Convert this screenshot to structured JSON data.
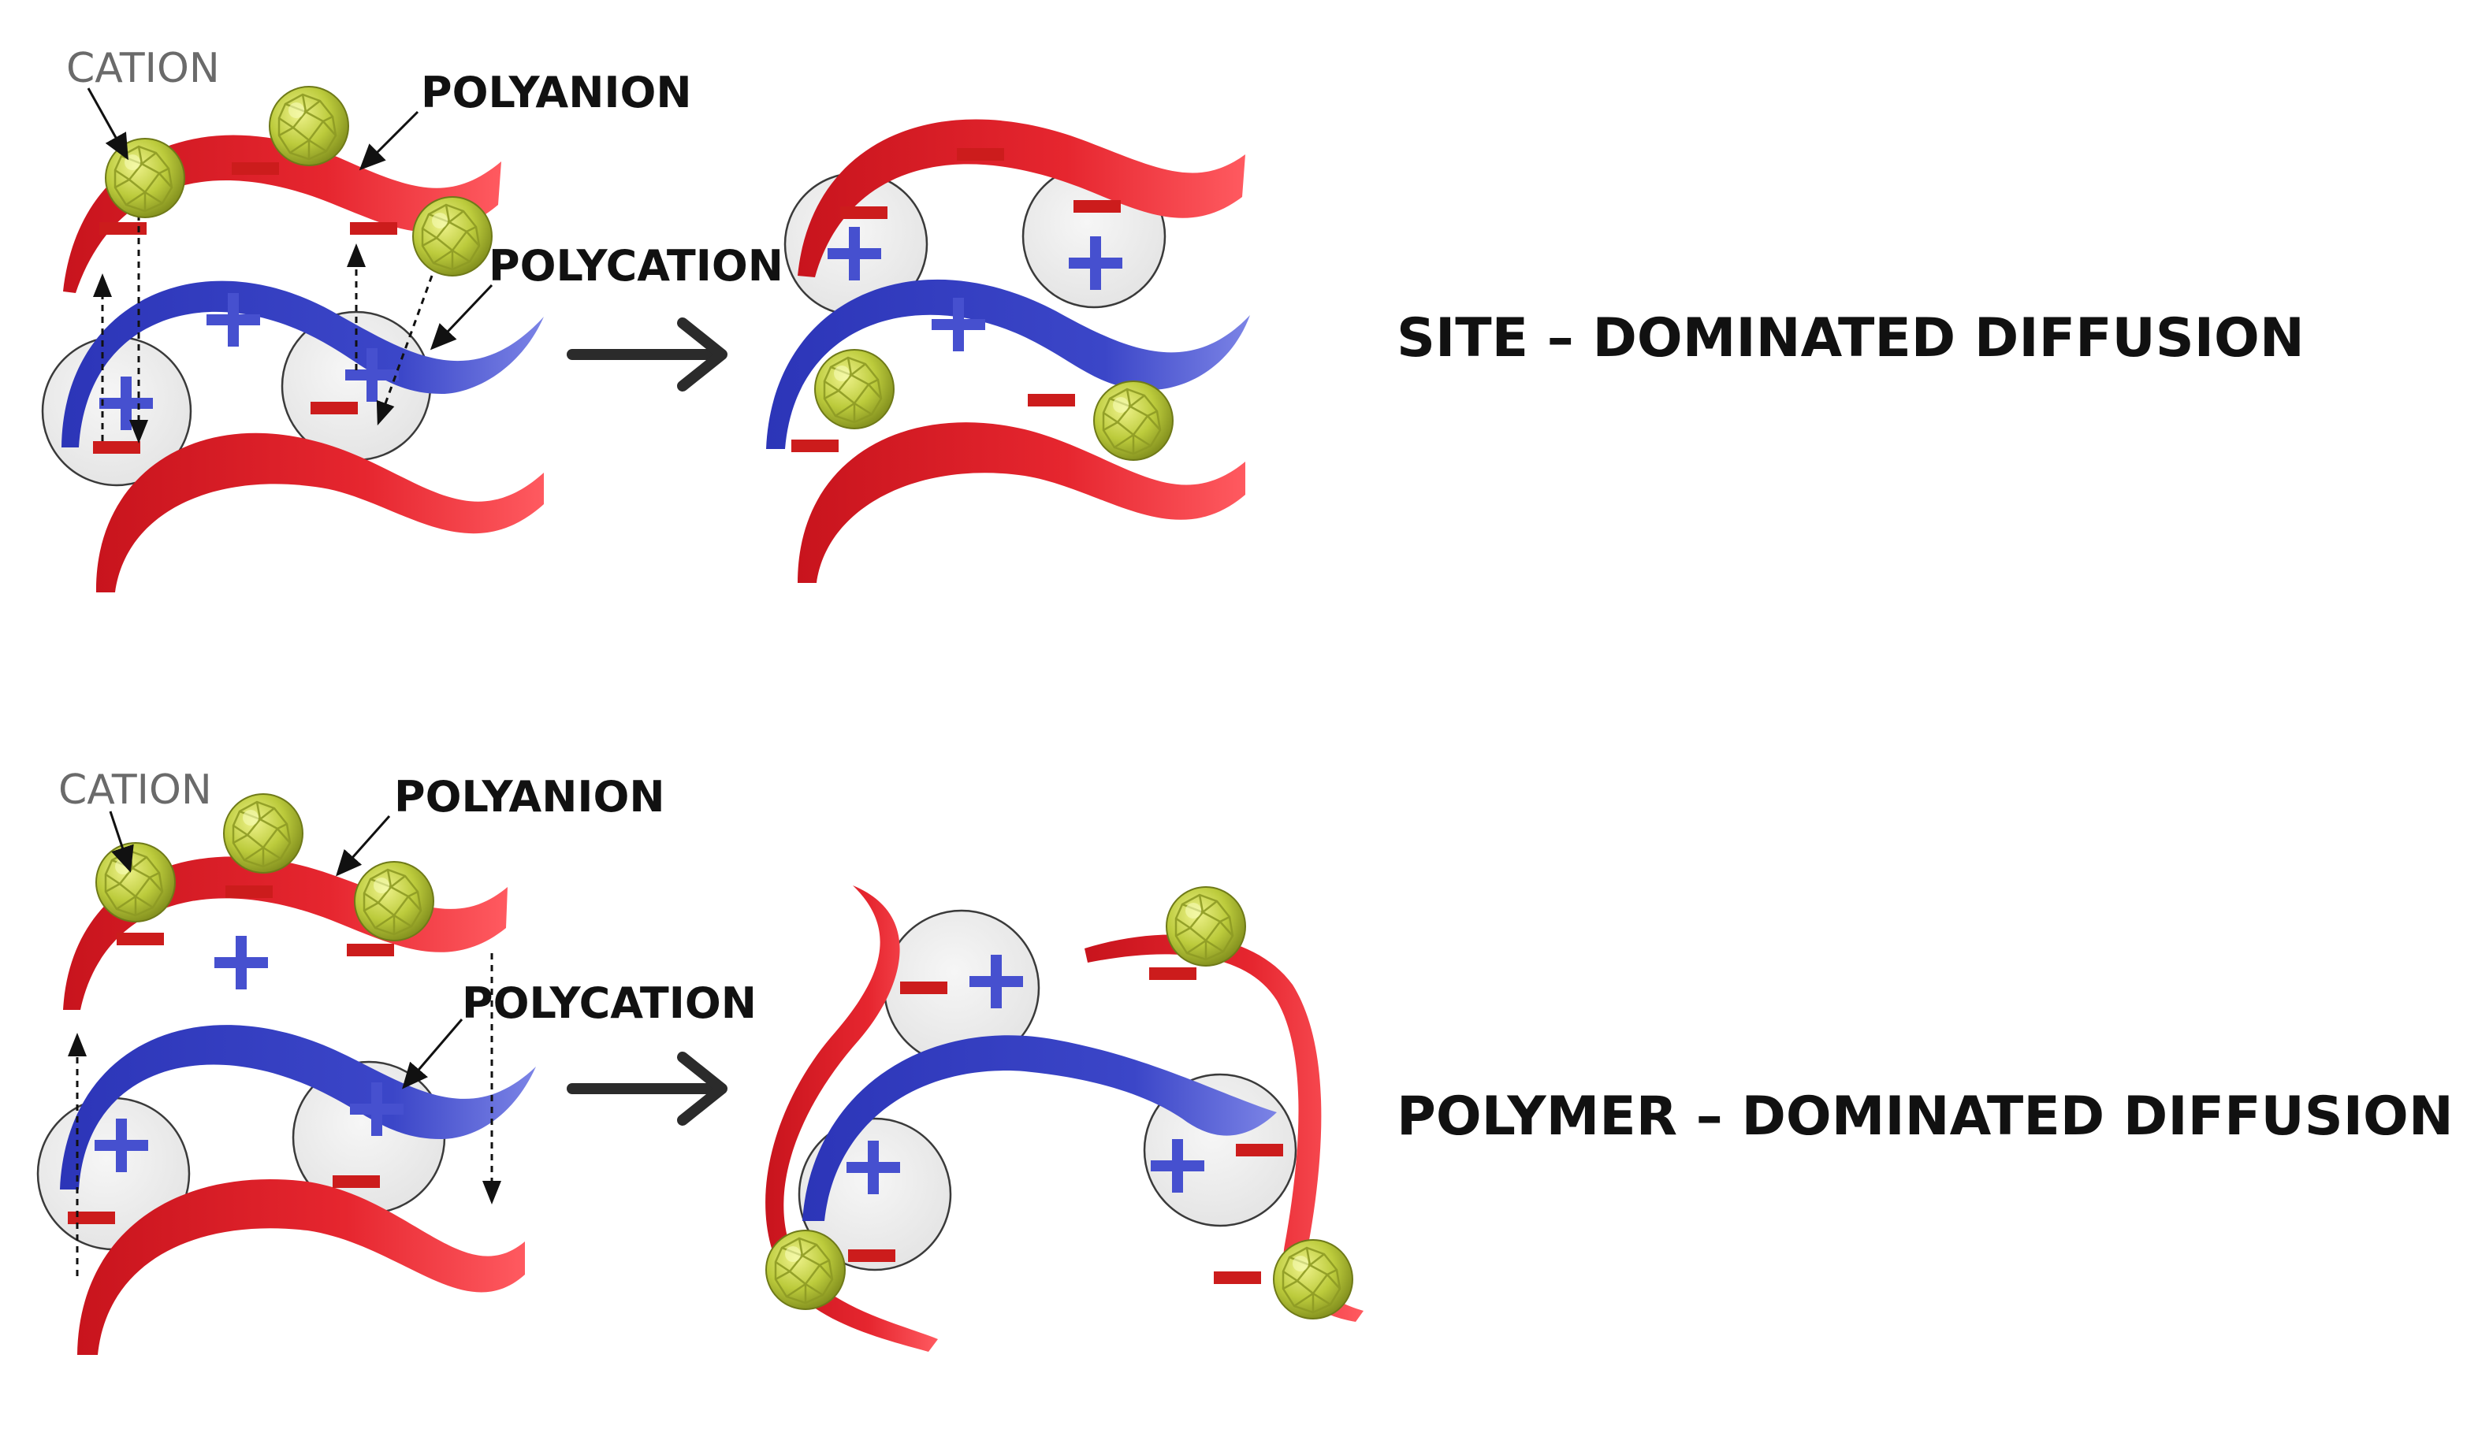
{
  "panels": {
    "site": {
      "title": "SITE – DOMINATED DIFFUSION",
      "cation_label": "CATION",
      "polyanion_label": "POLYANION",
      "polycation_label": "POLYCATION"
    },
    "polymer": {
      "title": "POLYMER – DOMINATED DIFFUSION",
      "cation_label": "CATION",
      "polyanion_label": "POLYANION",
      "polycation_label": "POLYCATION"
    }
  },
  "colors": {
    "polyanion": "#e0232b",
    "polycation": "#3b46c8",
    "cation": "#b7c93a",
    "negative_charge": "#cc1c1c",
    "positive_charge": "#4650cf",
    "ion_pair_circle": "#ececec",
    "arrow": "#2b2b2b"
  },
  "icons": {
    "cation": "green-faceted-sphere-icon",
    "negative_charge": "minus-sign-icon",
    "positive_charge": "plus-sign-icon",
    "transition": "right-arrow-icon"
  }
}
